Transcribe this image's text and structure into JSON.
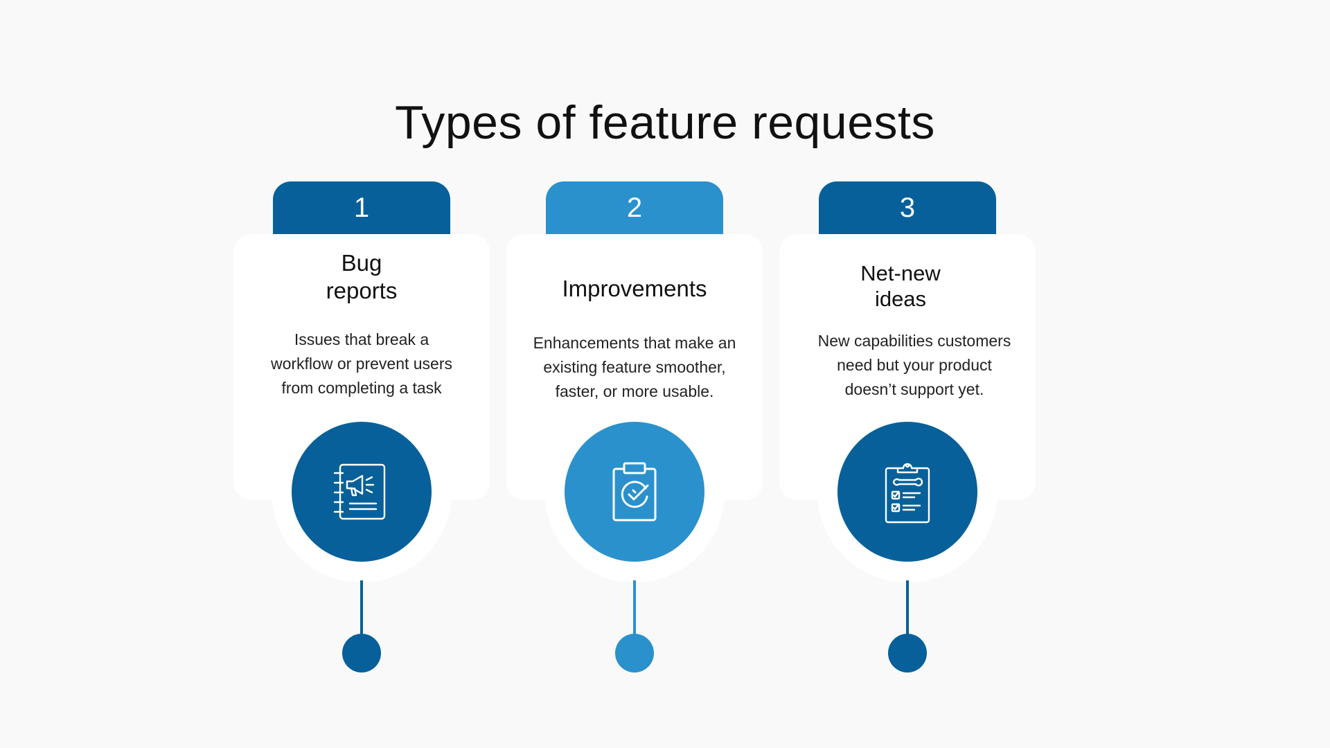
{
  "title": "Types of feature requests",
  "colors": {
    "dark_blue": "#07609a",
    "light_blue": "#2b91cc",
    "background": "#f9f9f9",
    "card": "#ffffff"
  },
  "items": [
    {
      "number": "1",
      "heading_line1": "Bug",
      "heading_line2": "reports",
      "desc_line1": "Issues that break a",
      "desc_line2": "workflow or prevent users",
      "desc_line3": "from completing a task",
      "icon": "megaphone-notebook-icon"
    },
    {
      "number": "2",
      "heading": "Improvements",
      "desc_line1": "Enhancements that make an",
      "desc_line2": "existing feature smoother,",
      "desc_line3": "faster, or more usable.",
      "icon": "clipboard-check-icon"
    },
    {
      "number": "3",
      "heading_line1": "Net-new",
      "heading_line2": "ideas",
      "desc_line1": "New capabilities customers",
      "desc_line2": "need but your product",
      "desc_line3": "doesn’t support yet.",
      "icon": "clipboard-wrench-checklist-icon"
    }
  ]
}
